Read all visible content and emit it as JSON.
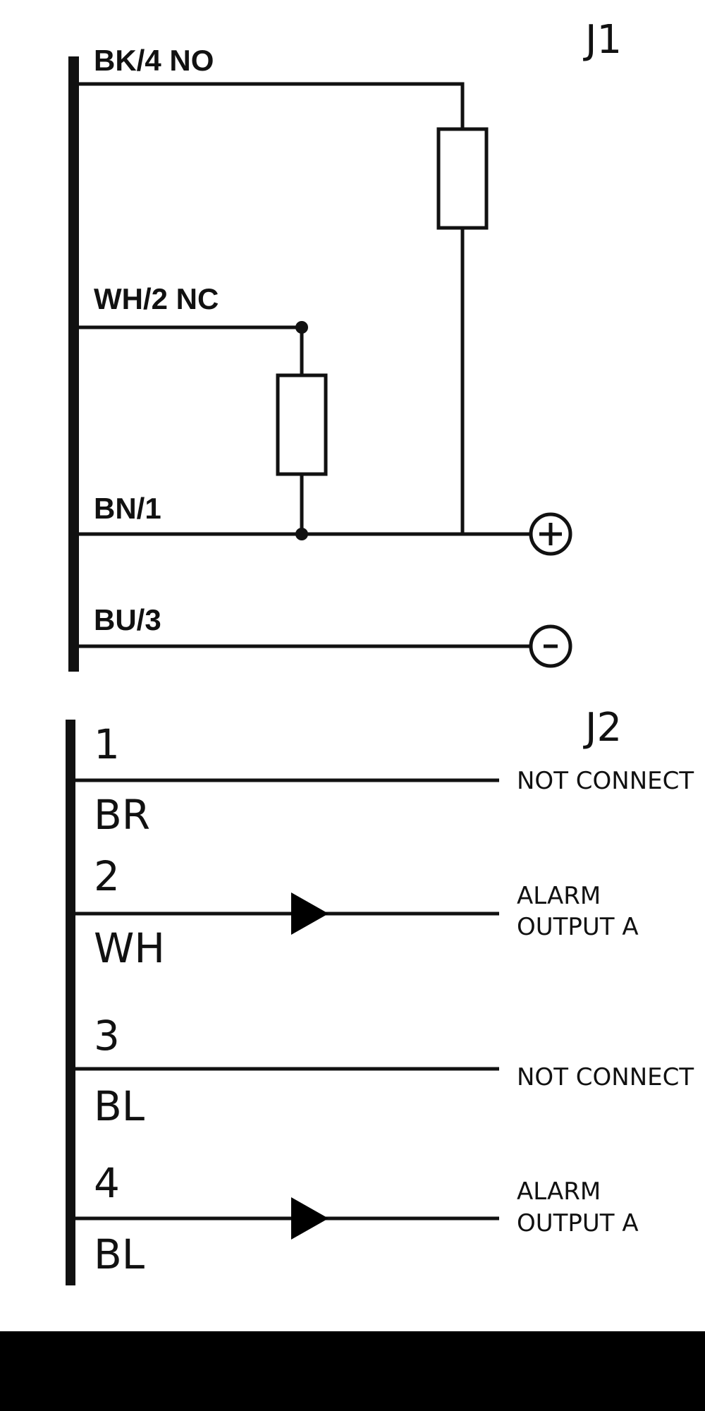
{
  "j1": {
    "title": "J1",
    "wires": {
      "bk4": "BK/4 NO",
      "wh2": "WH/2 NC",
      "bn1": "BN/1",
      "bu3": "BU/3"
    },
    "terminals": {
      "positive": "+",
      "negative": "-"
    }
  },
  "j2": {
    "title": "J2",
    "pins": [
      {
        "number": "1",
        "color": "BR",
        "function_line1": "NOT CONNECT",
        "function_line2": ""
      },
      {
        "number": "2",
        "color": "WH",
        "function_line1": "ALARM",
        "function_line2": "OUTPUT A"
      },
      {
        "number": "3",
        "color": "BL",
        "function_line1": "NOT CONNECT",
        "function_line2": ""
      },
      {
        "number": "4",
        "color": "BL",
        "function_line1": "ALARM",
        "function_line2": "OUTPUT A"
      }
    ]
  },
  "colors": {
    "ink": "#111111",
    "background": "#ffffff",
    "footer": "#000000"
  }
}
